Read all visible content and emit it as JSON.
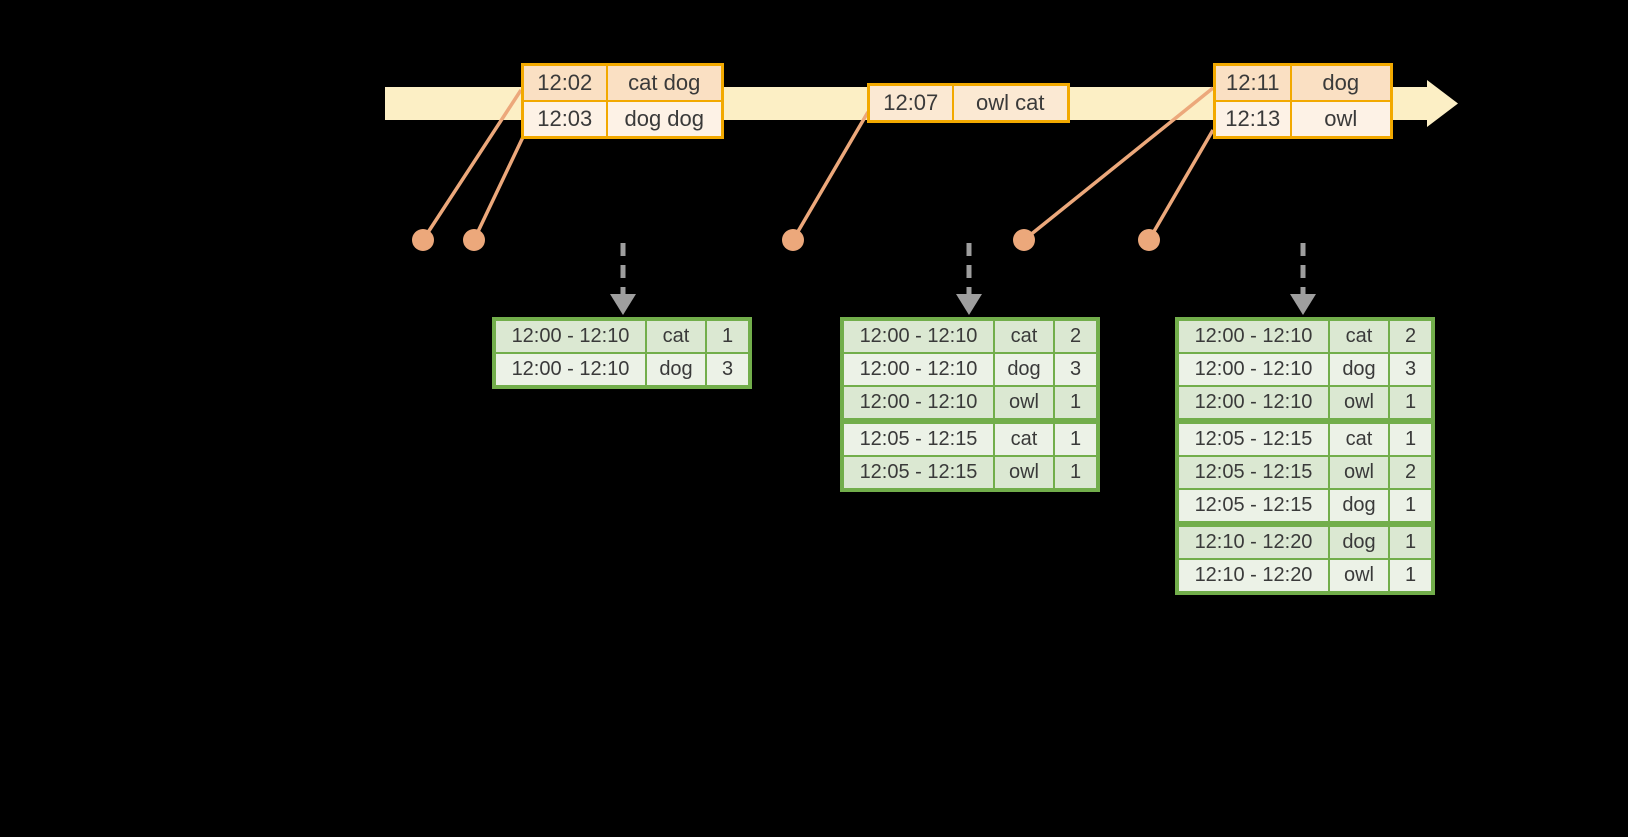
{
  "colors": {
    "background": "#000000",
    "timeline_fill": "#FCEFC5",
    "event_border": "#F2A900",
    "event_row_dark": "#FAE0C3",
    "event_row_mid": "#FBE9D3",
    "event_row_light": "#FDF2E6",
    "connector": "#ECA87B",
    "result_border": "#72AE4B",
    "result_row_dark": "#DBE8D2",
    "result_row_light": "#ECF2E7",
    "flow_gray": "#9E9E9E",
    "text": "#3A3A3A"
  },
  "icons": {
    "timeline_arrow": "right-arrow-band",
    "event_marker": "filled-dot",
    "flow_arrow": "dashed-down-arrow"
  },
  "timeline": {
    "batches": [
      {
        "rows": [
          {
            "time": "12:02",
            "words": "cat dog"
          },
          {
            "time": "12:03",
            "words": "dog dog"
          }
        ]
      },
      {
        "rows": [
          {
            "time": "12:07",
            "words": "owl cat"
          }
        ]
      },
      {
        "rows": [
          {
            "time": "12:11",
            "words": "dog"
          },
          {
            "time": "12:13",
            "words": "owl"
          }
        ]
      }
    ]
  },
  "results": {
    "tables": [
      {
        "rows": [
          {
            "window": "12:00 - 12:10",
            "word": "cat",
            "count": 1
          },
          {
            "window": "12:00 - 12:10",
            "word": "dog",
            "count": 3
          }
        ]
      },
      {
        "rows": [
          {
            "window": "12:00 - 12:10",
            "word": "cat",
            "count": 2
          },
          {
            "window": "12:00 - 12:10",
            "word": "dog",
            "count": 3
          },
          {
            "window": "12:00 - 12:10",
            "word": "owl",
            "count": 1
          },
          {
            "window": "12:05 - 12:15",
            "word": "cat",
            "count": 1
          },
          {
            "window": "12:05 - 12:15",
            "word": "owl",
            "count": 1
          }
        ]
      },
      {
        "rows": [
          {
            "window": "12:00 - 12:10",
            "word": "cat",
            "count": 2
          },
          {
            "window": "12:00 - 12:10",
            "word": "dog",
            "count": 3
          },
          {
            "window": "12:00 - 12:10",
            "word": "owl",
            "count": 1
          },
          {
            "window": "12:05 - 12:15",
            "word": "cat",
            "count": 1
          },
          {
            "window": "12:05 - 12:15",
            "word": "owl",
            "count": 2
          },
          {
            "window": "12:05 - 12:15",
            "word": "dog",
            "count": 1
          },
          {
            "window": "12:10 - 12:20",
            "word": "dog",
            "count": 1
          },
          {
            "window": "12:10 - 12:20",
            "word": "owl",
            "count": 1
          }
        ]
      }
    ]
  }
}
